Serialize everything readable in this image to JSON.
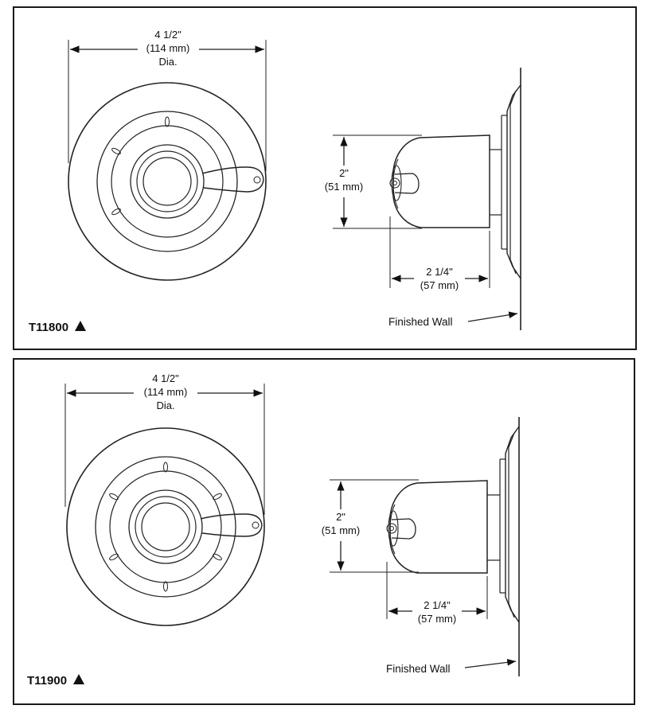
{
  "colors": {
    "line": "#222222",
    "background": "#ffffff"
  },
  "panels": [
    {
      "model": "T11800",
      "diameter": {
        "line1": "4 1/2\"",
        "line2": "(114 mm)",
        "line3": "Dia."
      },
      "height": {
        "line1": "2\"",
        "line2": "(51 mm)"
      },
      "depth": {
        "line1": "2 1/4\"",
        "line2": "(57 mm)"
      },
      "wall_label": "Finished Wall"
    },
    {
      "model": "T11900",
      "diameter": {
        "line1": "4 1/2\"",
        "line2": "(114 mm)",
        "line3": "Dia."
      },
      "height": {
        "line1": "2\"",
        "line2": "(51 mm)"
      },
      "depth": {
        "line1": "2 1/4\"",
        "line2": "(57 mm)"
      },
      "wall_label": "Finished Wall"
    }
  ]
}
